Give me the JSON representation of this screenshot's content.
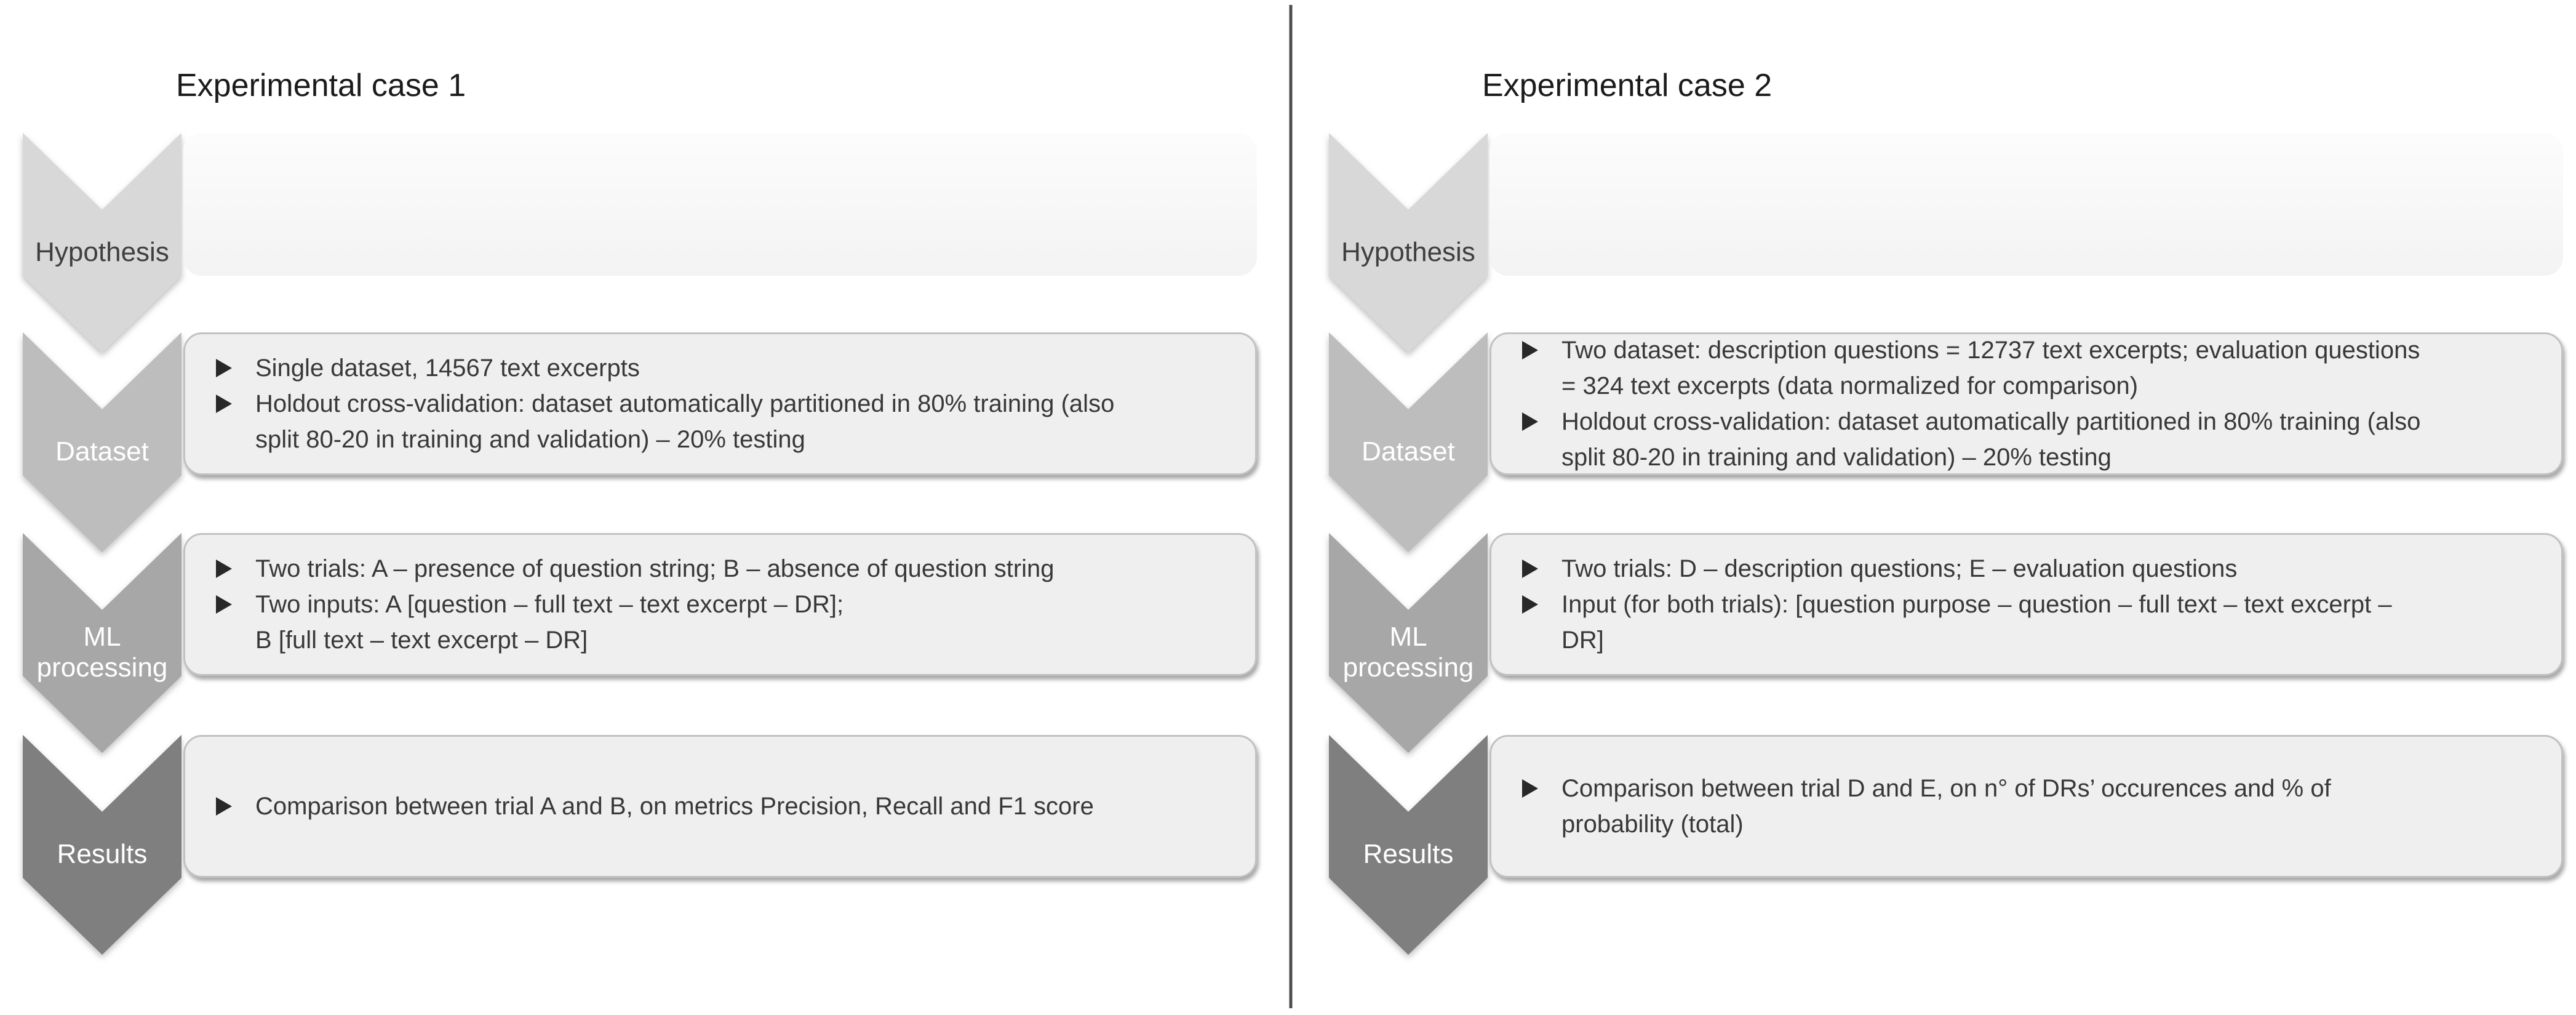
{
  "figure": {
    "divider_color": "#4d4d4d",
    "colors": {
      "box_bg": "#efefef",
      "box_border": "#c2c2c2",
      "hypothesis_row_bg": "#f7f7f7",
      "bullet_marker": "#282828",
      "body_text": "#383838",
      "title_text": "#1b1b1b",
      "chevron_fills": [
        "#d8d8d8",
        "#bdbdbd",
        "#a7a7a7",
        "#7f7f7f"
      ],
      "chevron_label_first": "#3f3f3f",
      "chevron_label_rest": "#ffffff"
    },
    "panels": [
      {
        "title": "Experimental case 1",
        "steps": [
          {
            "label": "Hypothesis",
            "bullets": []
          },
          {
            "label": "Dataset",
            "bullets": [
              {
                "lines": [
                  "Single dataset, 14567 text excerpts"
                ]
              },
              {
                "lines": [
                  "Holdout cross-validation: dataset automatically partitioned in 80% training (also",
                  "split 80-20 in training and validation) – 20% testing"
                ]
              }
            ]
          },
          {
            "label": "ML\nprocessing",
            "bullets": [
              {
                "lines": [
                  "Two trials: A – presence of question string; B – absence of question string"
                ]
              },
              {
                "lines": [
                  "Two inputs: A [question – full text – text excerpt – DR];",
                  "B [full text – text excerpt – DR]"
                ]
              }
            ]
          },
          {
            "label": "Results",
            "bullets": [
              {
                "lines": [
                  "Comparison between trial A and B, on metrics Precision, Recall and F1 score"
                ]
              }
            ]
          }
        ]
      },
      {
        "title": "Experimental case 2",
        "steps": [
          {
            "label": "Hypothesis",
            "bullets": []
          },
          {
            "label": "Dataset",
            "bullets": [
              {
                "lines": [
                  "Two dataset: description questions = 12737 text excerpts; evaluation questions",
                  "= 324 text excerpts (data normalized for comparison)"
                ]
              },
              {
                "lines": [
                  "Holdout cross-validation: dataset automatically partitioned in 80% training (also",
                  "split 80-20 in training and validation) – 20% testing"
                ]
              }
            ]
          },
          {
            "label": "ML\nprocessing",
            "bullets": [
              {
                "lines": [
                  "Two trials: D – description questions; E – evaluation questions"
                ]
              },
              {
                "lines": [
                  "Input (for both trials): [question purpose – question – full text – text excerpt –",
                  "DR]"
                ]
              }
            ]
          },
          {
            "label": "Results",
            "bullets": [
              {
                "lines": [
                  "Comparison between trial D and E, on n° of DRs’ occurences and % of",
                  "probability (total)"
                ]
              }
            ]
          }
        ]
      }
    ]
  }
}
